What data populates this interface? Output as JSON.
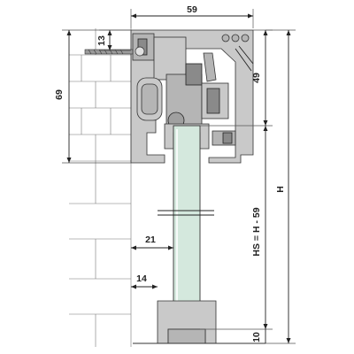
{
  "dimensions": {
    "top_width": "59",
    "screw_offset": "13",
    "left_height": "69",
    "right_height": "49",
    "total_height": "H",
    "hs_formula": "HS = H - 59",
    "glass_offset": "21",
    "guide_offset": "14",
    "bottom_clearance": "10"
  },
  "colors": {
    "glass": "#d4e8dd",
    "metal": "#c9c9c9",
    "wall_lines": "#777777"
  }
}
